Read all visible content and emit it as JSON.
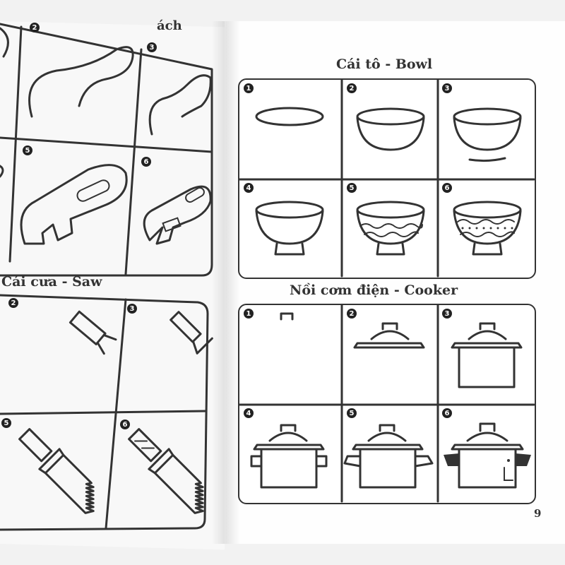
{
  "left_page": {
    "wrench_title_fragment": "ách",
    "saw_title": "Cái cưa - Saw",
    "wrench_steps": [
      "2",
      "3",
      "5",
      "6"
    ],
    "saw_steps": [
      "2",
      "3",
      "5",
      "6"
    ]
  },
  "right_page": {
    "bowl_title": "Cái tô - Bowl",
    "cooker_title": "Nồi cơm điện - Cooker",
    "bowl_steps": [
      "1",
      "2",
      "3",
      "4",
      "5",
      "6"
    ],
    "cooker_steps": [
      "1",
      "2",
      "3",
      "4",
      "5",
      "6"
    ],
    "page_number": "9"
  },
  "icons": [
    "wrench-drawing",
    "saw-drawing",
    "bowl-drawing",
    "rice-cooker-drawing"
  ]
}
